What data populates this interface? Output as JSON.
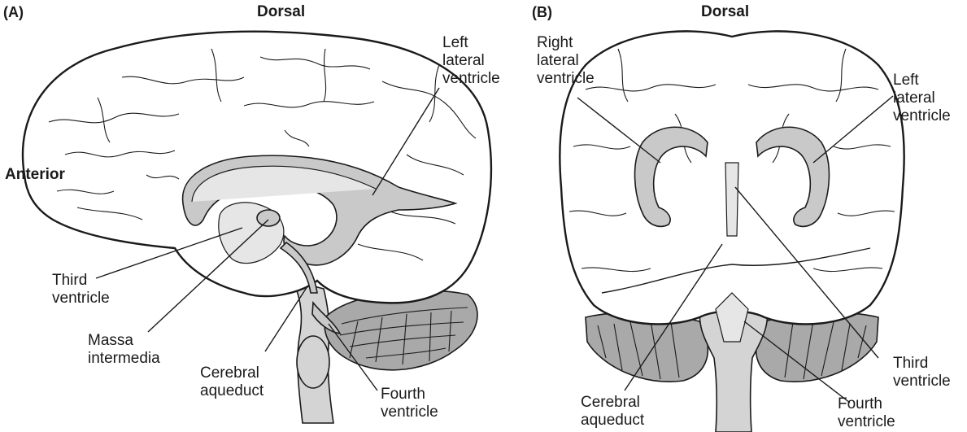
{
  "panel_a": {
    "letter": "(A)",
    "orientation_top": "Dorsal",
    "orientation_side": "Anterior",
    "labels": {
      "left_lateral_ventricle": "Left\nlateral\nventricle",
      "third_ventricle": "Third\nventricle",
      "massa_intermedia": "Massa\nintermedia",
      "cerebral_aqueduct": "Cerebral\naqueduct",
      "fourth_ventricle": "Fourth\nventricle"
    }
  },
  "panel_b": {
    "letter": "(B)",
    "orientation_top": "Dorsal",
    "labels": {
      "right_lateral_ventricle": "Right\nlateral\nventricle",
      "left_lateral_ventricle": "Left\nlateral\nventricle",
      "third_ventricle": "Third\nventricle",
      "cerebral_aqueduct": "Cerebral\naqueduct",
      "fourth_ventricle": "Fourth\nventricle"
    }
  },
  "colors": {
    "ventricle_fill": "#c9c9c9",
    "brainstem_fill": "#d4d4d4",
    "cerebellum_fill": "#a9a9a9",
    "outline": "#1a1a1a"
  }
}
